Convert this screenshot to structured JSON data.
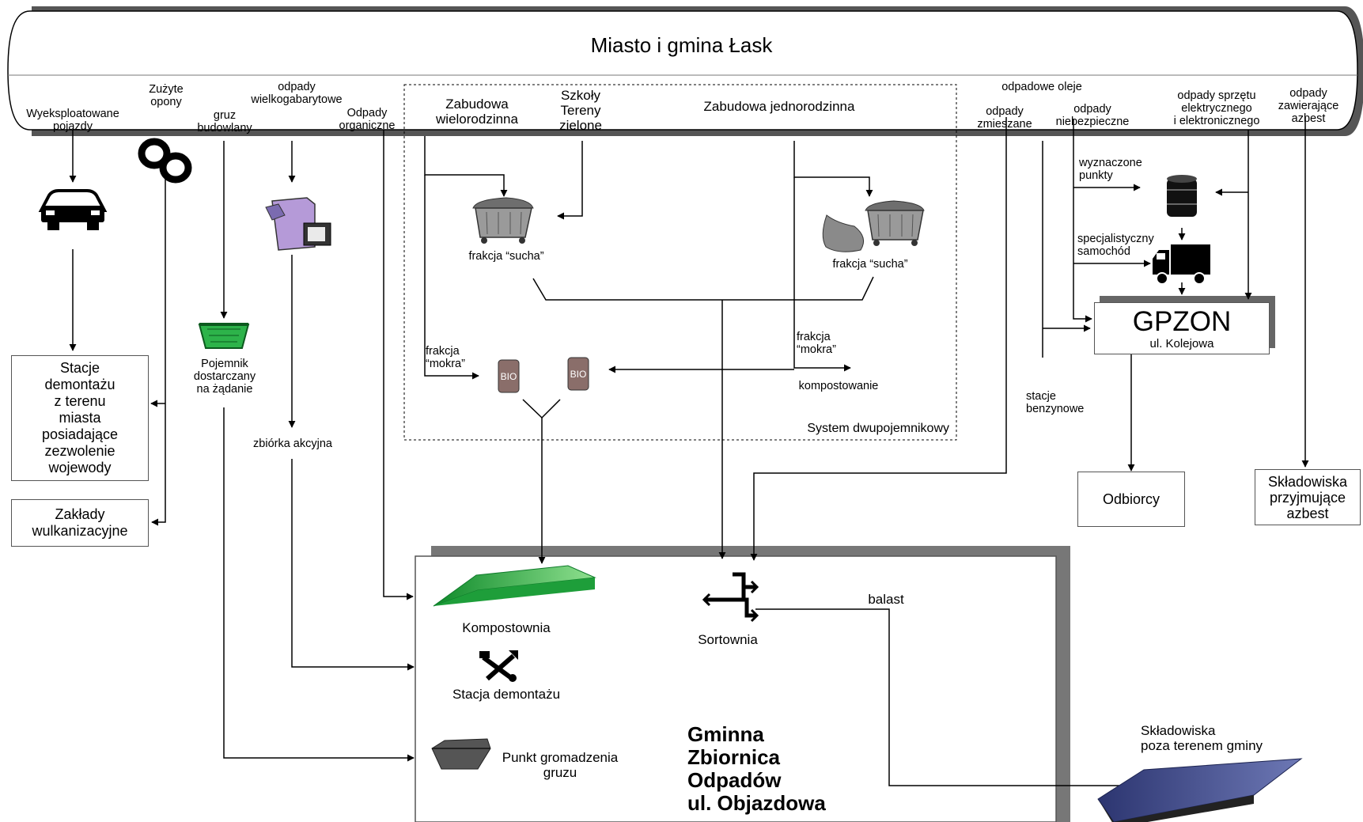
{
  "header": {
    "title": "Miasto i gmina Łask"
  },
  "sources": {
    "vehicles": [
      "Wyeksploatowane",
      "pojazdy"
    ],
    "tyres": [
      "Zużyte",
      "opony"
    ],
    "rubble": [
      "gruz",
      "budowlany"
    ],
    "bulky": [
      "odpady",
      "wielkogabarytowe"
    ],
    "organic": [
      "Odpady",
      "organiczne"
    ],
    "multifamily": [
      "Zabudowa",
      "wielorodzinna"
    ],
    "schools": [
      "Szkoły",
      "Tereny",
      "zielone"
    ],
    "singlefamily": "Zabudowa jednorodzinna",
    "oils": "odpadowe oleje",
    "mixed": [
      "odpady",
      "zmieszane"
    ],
    "hazardous": [
      "odpady",
      "niebezpieczne"
    ],
    "electronics": [
      "odpady sprzętu",
      "elektrycznego",
      "i elektronicznego"
    ],
    "asbestos": [
      "odpady",
      "zawierające",
      "azbest"
    ]
  },
  "two_bin": {
    "dry_left": "frakcja “sucha”",
    "dry_right": "frakcja “sucha”",
    "wet_left": [
      "frakcja",
      "“mokra”"
    ],
    "wet_right": [
      "frakcja",
      "“mokra”"
    ],
    "bio_left": "BIO",
    "bio_right": "BIO",
    "composting": "kompostowanie",
    "system_label": "System dwupojemnikowy"
  },
  "left_nodes": {
    "dismantling_stations": "Stacje\ndemontażu\nz terenu\nmiasta\nposiadające\nzezwolenie\nwojewody",
    "vulcanization": "Zakłady\nwulkanizacyjne",
    "container": [
      "Pojemnik",
      "dostarczany",
      "na żądanie"
    ],
    "collection": "zbiórka akcyjna"
  },
  "right_nodes": {
    "designated_points": [
      "wyznaczone",
      "punkty"
    ],
    "specialist_truck": [
      "specjalistyczny",
      "samochód"
    ],
    "gpzon_title": "GPZON",
    "gpzon_street": "ul. Kolejowa",
    "petrol_stations": [
      "stacje",
      "benzynowe"
    ],
    "recipients": "Odbiorcy",
    "asbestos_landfill": "Składowiska\nprzyjmujące\nazbest"
  },
  "facility": {
    "composting_plant": "Kompostownia",
    "sorting_plant": "Sortownia",
    "ballast": "balast",
    "dismantling_station": "Stacja demontażu",
    "rubble_point": [
      "Punkt gromadzenia",
      "gruzu"
    ],
    "name": [
      "Gminna",
      "Zbiornica",
      "Odpadów",
      "ul. Objazdowa"
    ]
  },
  "external_landfill": [
    "Składowiska",
    "poza terenem gminy"
  ],
  "colors": {
    "compost_green": "#1e9e3a",
    "container_green": "#2db34a",
    "bin_grey": "#8a8a8a",
    "landfill_blue": "#3d4a8a",
    "shadow_grey": "#777777"
  },
  "icons": [
    "car-icon",
    "tyre-icon",
    "fridge-tv-icon",
    "waste-bin-icon",
    "bag-bin-icon",
    "bio-bin-icon",
    "barrel-icon",
    "truck-icon",
    "green-container-icon",
    "tools-icon",
    "sorting-icon",
    "rubble-bin-icon"
  ]
}
